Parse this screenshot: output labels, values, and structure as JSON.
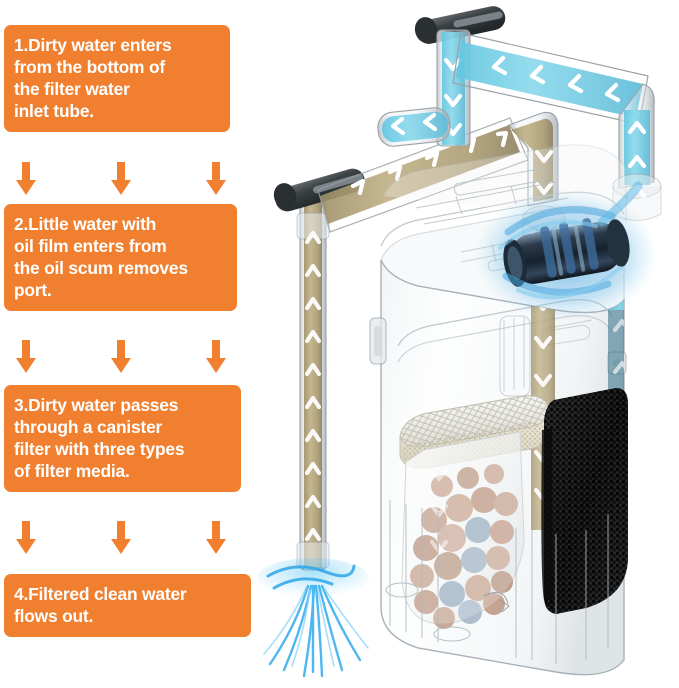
{
  "diagram": {
    "title": "Aquarium canister filter water flow",
    "colors": {
      "accent_orange": "#F0802F",
      "callout_text": "#FFFFFF",
      "dirty_water_tan": "#B5A478",
      "clean_water_blue": "#79D2E8",
      "pump_blue": "#2E86C8",
      "sponge_black": "#1A1A1A",
      "media_white": "#EFEDE6",
      "bio_ball_tan": "#C8A896",
      "elbow_gray": "#3C3C3C",
      "housing_clear": "#D9DEE2"
    },
    "steps": [
      {
        "number": "1",
        "text": "1.Dirty water enters\nfrom the bottom of\nthe filter water\ninlet tube.",
        "name": "step-one-callout"
      },
      {
        "number": "2",
        "text": "2.Little water with\noil film enters from\nthe oil scum removes\nport.",
        "name": "step-two-callout"
      },
      {
        "number": "3",
        "text": "3.Dirty water passes\nthrough a canister\nfilter with three types\nof filter media.",
        "name": "step-three-callout"
      },
      {
        "number": "4",
        "text": "4.Filtered clean water\nflows out.",
        "name": "step-four-callout"
      }
    ],
    "arrow_rows": [
      {
        "label": "down-arrows-between-step-1-and-2",
        "count": 3
      },
      {
        "label": "down-arrows-between-step-2-and-3",
        "count": 3
      },
      {
        "label": "down-arrows-between-step-3-and-4",
        "count": 3
      }
    ],
    "illustration": {
      "components": [
        {
          "key": "inlet-tube",
          "label": "Filter water inlet tube",
          "flow": "dirty water up and over into canister",
          "color": "#B5A478"
        },
        {
          "key": "inlet-elbow",
          "label": "Inlet tube elbow cap",
          "color": "#3C3C3C"
        },
        {
          "key": "outlet-tube",
          "label": "Clean water return tube",
          "flow": "filtered water out to tank",
          "color": "#79D2E8"
        },
        {
          "key": "outlet-elbow",
          "label": "Outlet tube elbow cap",
          "color": "#3C3C3C"
        },
        {
          "key": "oil-scum-port",
          "label": "Oil scum removes port",
          "color": "#79D2E8"
        },
        {
          "key": "canister-housing",
          "label": "Transparent canister housing"
        },
        {
          "key": "pump-motor",
          "label": "Pump motor assembly",
          "color": "#2E86C8"
        },
        {
          "key": "media-mesh-pad",
          "label": "Filter media 1: mesh sponge pad",
          "color": "#EFEDE6"
        },
        {
          "key": "media-bio-balls",
          "label": "Filter media 2: bio ceramic balls in mesh bag",
          "color": "#C8A896"
        },
        {
          "key": "media-black-sponge",
          "label": "Filter media 3: coarse black sponge",
          "color": "#1A1A1A"
        },
        {
          "key": "intake-swirl",
          "label": "Water intake swirl at tube bottom",
          "color": "#1F9BE0"
        }
      ]
    }
  }
}
